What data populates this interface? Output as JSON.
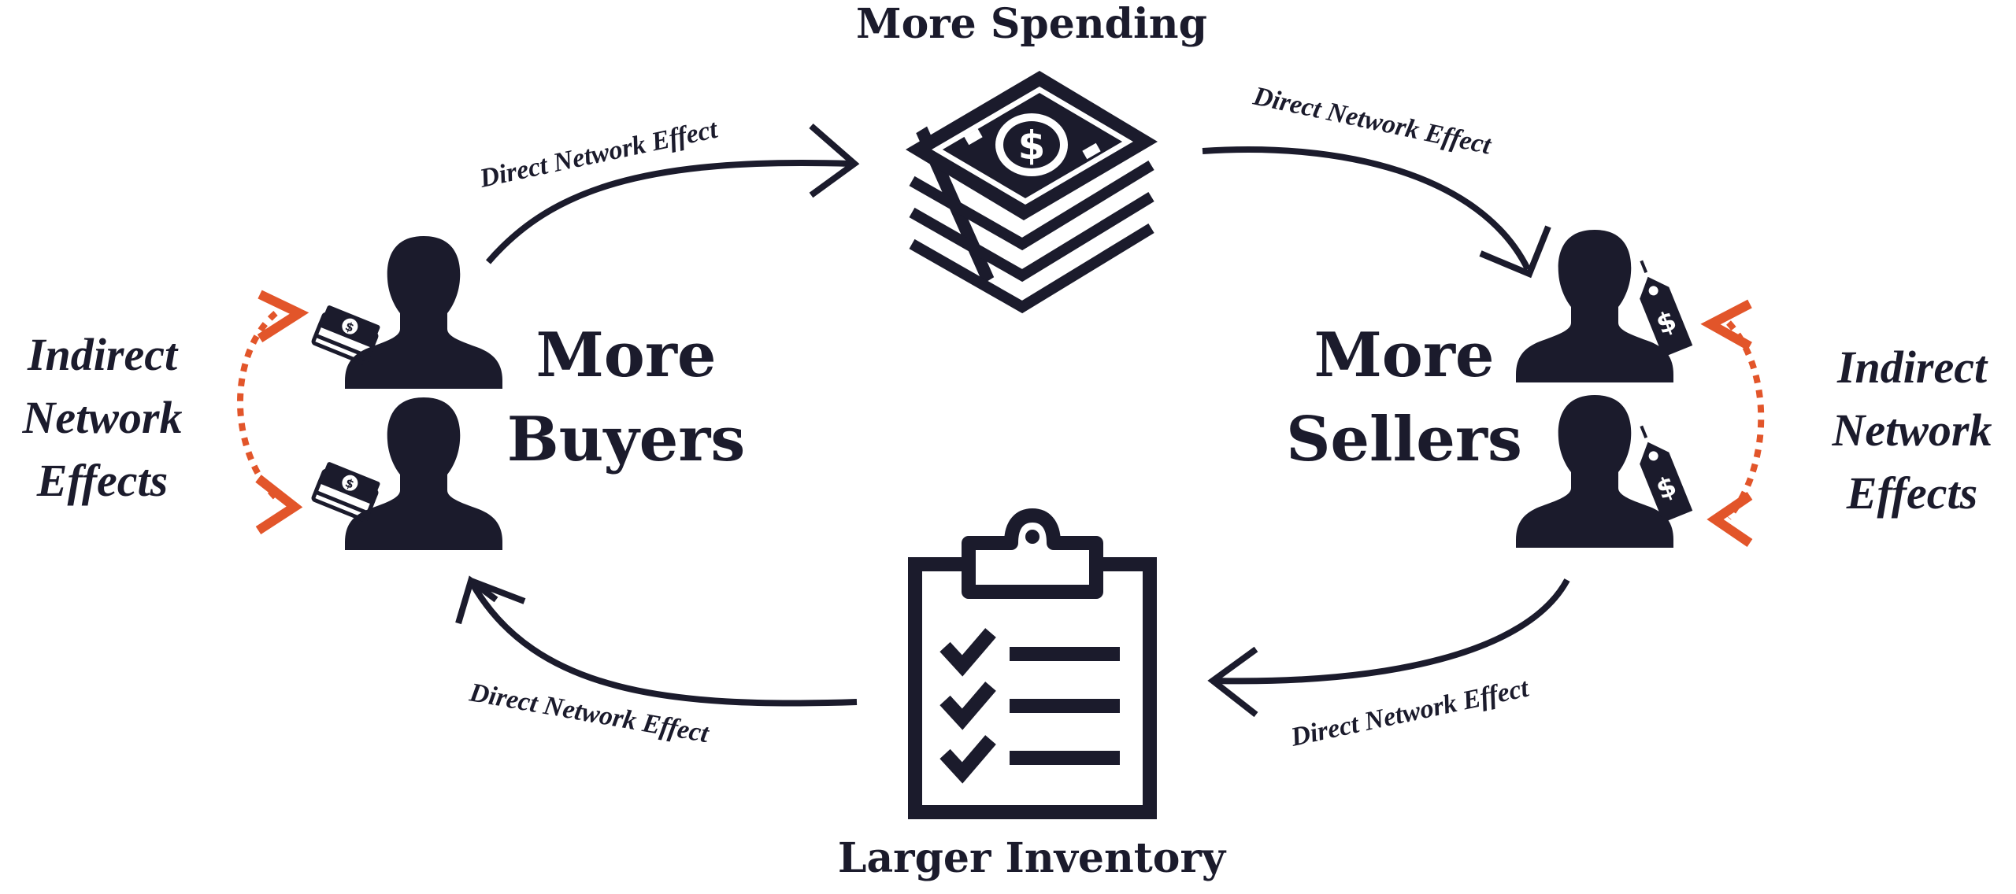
{
  "nodes": {
    "spending": "More Spending",
    "buyers_line1": "More",
    "buyers_line2": "Buyers",
    "sellers_line1": "More",
    "sellers_line2": "Sellers",
    "inventory": "Larger Inventory"
  },
  "edges": {
    "buyers_to_spending": "Direct Network Effect",
    "spending_to_sellers": "Direct Network Effect",
    "sellers_to_inventory": "Direct Network Effect",
    "inventory_to_buyers": "Direct Network Effect"
  },
  "side_labels": {
    "left": [
      "Indirect",
      "Network",
      "Effects"
    ],
    "right": [
      "Indirect",
      "Network",
      "Effects"
    ]
  },
  "icons": {
    "money": "money-stack-icon",
    "buyer": "person-icon",
    "seller": "person-icon",
    "price_tag": "price-tag-icon",
    "clipboard": "clipboard-checklist-icon"
  },
  "colors": {
    "ink": "#1b1b2c",
    "accent": "#e2552a"
  }
}
